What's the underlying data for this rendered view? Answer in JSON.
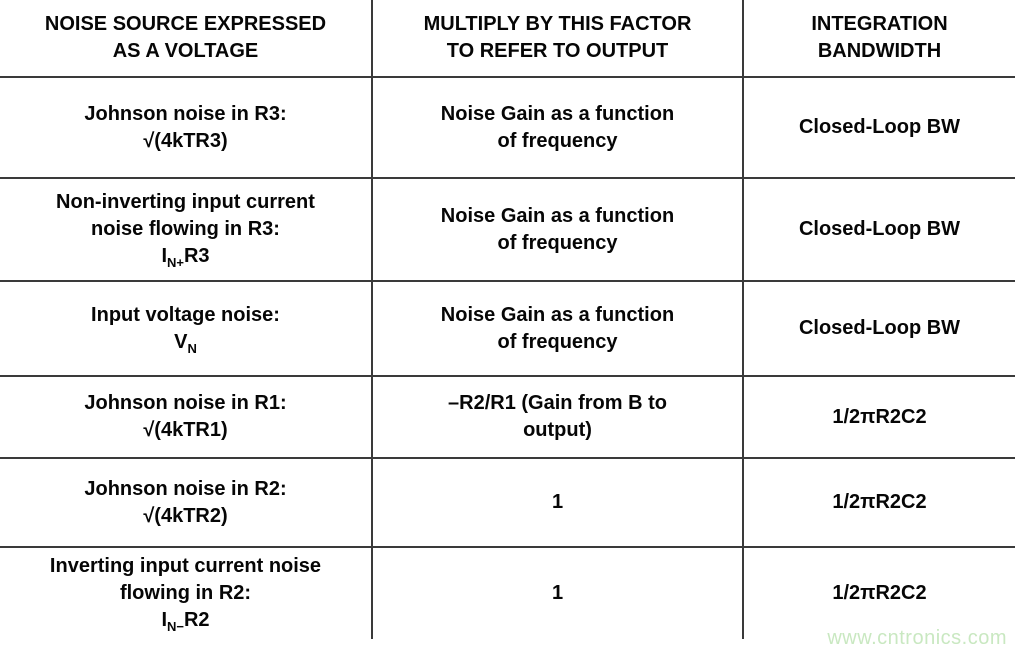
{
  "style": {
    "line_color": "#3a3a3a",
    "text_color": "#060606",
    "background": "#ffffff",
    "watermark_color": "#c9e8c1"
  },
  "table": {
    "columns": [
      {
        "line1": "NOISE SOURCE EXPRESSED",
        "line2": "AS A VOLTAGE"
      },
      {
        "line1": "MULTIPLY BY THIS FACTOR",
        "line2": "TO REFER TO OUTPUT"
      },
      {
        "line1": "INTEGRATION",
        "line2": "BANDWIDTH"
      }
    ],
    "rows": [
      {
        "source": {
          "line1": "Johnson noise in R3:",
          "formula": {
            "base": "√(4kTR3)"
          }
        },
        "factor": {
          "line1": "Noise Gain as a function",
          "line2": "of frequency"
        },
        "bandwidth": "Closed-Loop BW"
      },
      {
        "source": {
          "line1": "Non-inverting input current",
          "line2": "noise flowing in R3:",
          "formula": {
            "base": "I",
            "sub": "N+",
            "rest": "R3"
          }
        },
        "factor": {
          "line1": "Noise Gain as a function",
          "line2": "of frequency"
        },
        "bandwidth": "Closed-Loop BW"
      },
      {
        "source": {
          "line1": "Input voltage noise:",
          "formula": {
            "base": "V",
            "sub": "N",
            "rest": ""
          }
        },
        "factor": {
          "line1": "Noise Gain as a function",
          "line2": "of frequency"
        },
        "bandwidth": "Closed-Loop BW"
      },
      {
        "source": {
          "line1": "Johnson noise in R1:",
          "formula": {
            "base": "√(4kTR1)"
          }
        },
        "factor": {
          "line1": "–R2/R1 (Gain from B to",
          "line2": "output)"
        },
        "bandwidth": "1/2πR2C2"
      },
      {
        "source": {
          "line1": "Johnson noise in R2:",
          "formula": {
            "base": "√(4kTR2)"
          }
        },
        "factor": {
          "line1": "1"
        },
        "bandwidth": "1/2πR2C2"
      },
      {
        "source": {
          "line1": "Inverting input current noise",
          "line2": "flowing in R2:",
          "formula": {
            "base": "I",
            "sub": "N−",
            "rest": "R2"
          }
        },
        "factor": {
          "line1": "1"
        },
        "bandwidth": "1/2πR2C2"
      }
    ]
  },
  "watermark": {
    "text": "www.cntronics.com"
  }
}
